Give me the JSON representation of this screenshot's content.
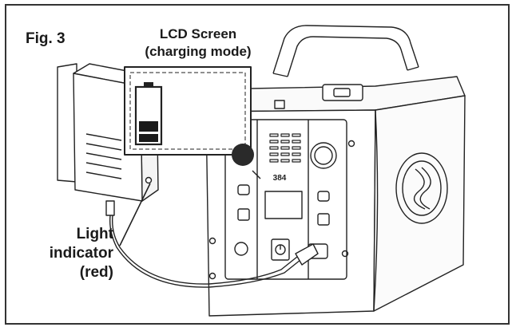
{
  "figure": {
    "label": "Fig. 3"
  },
  "lcd_callout": {
    "line1": "LCD Screen",
    "line2": "(charging mode)"
  },
  "light_callout": {
    "line1": "Light",
    "line2": "indicator",
    "line3": "(red)"
  },
  "device": {
    "panel_badge": "384"
  },
  "colors": {
    "stroke": "#222222",
    "battery_fill": "#1a1a1a"
  }
}
